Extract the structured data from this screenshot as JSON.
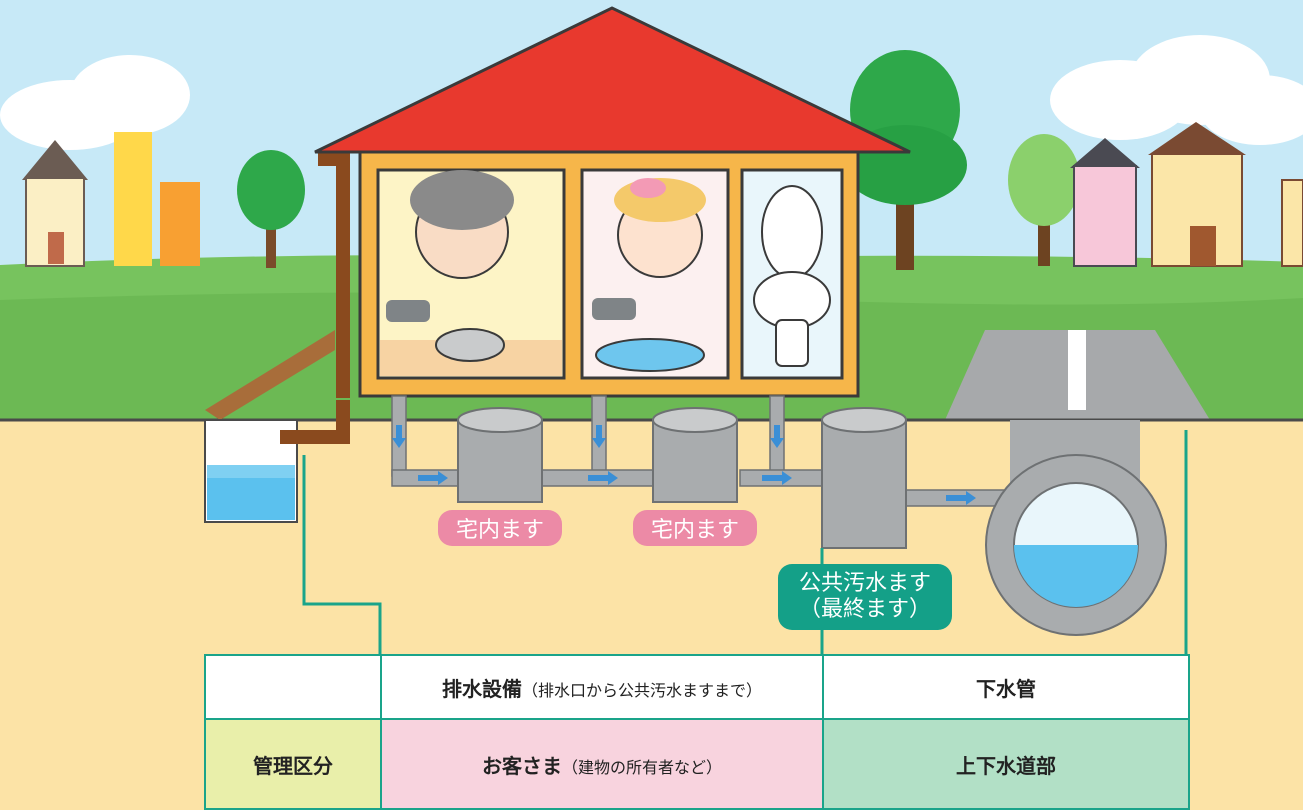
{
  "labels": {
    "inhouse_1": "宅内ます",
    "inhouse_2": "宅内ます",
    "public_line1": "公共汚水ます",
    "public_line2": "（最終ます）"
  },
  "table": {
    "header_empty": "",
    "drainage_main": "排水設備",
    "drainage_sub": "（排水口から公共汚水ますまで）",
    "sewer": "下水管",
    "mgmt_label": "管理区分",
    "owner_main": "お客さま",
    "owner_sub": "（建物の所有者など）",
    "dept": "上下水道部"
  },
  "colors": {
    "roof": "#e8392e",
    "house_wall": "#f6b64a",
    "ground": "#fce3a6",
    "grass": "#77c35e",
    "sky": "#bfe6f5",
    "pipe": "#a9acae",
    "teal_line": "#1aa48a",
    "pink_tag": "#ec8aa6",
    "teal_tag": "#14a088",
    "water": "#5bc1ee",
    "mgmt_cell": "#e9efaa",
    "owner_cell": "#f8d3de",
    "dept_cell": "#b2e0c6"
  }
}
